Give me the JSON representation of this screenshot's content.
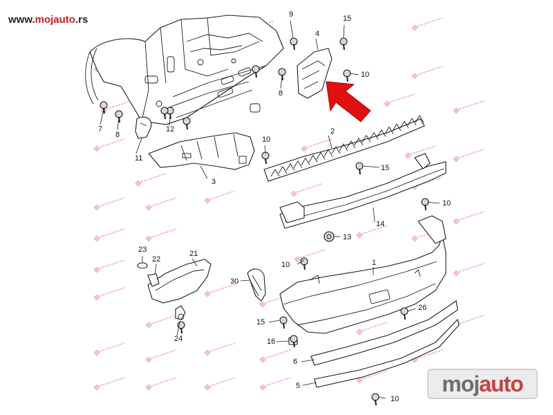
{
  "header": {
    "url_prefix": "www.",
    "url_brand": "mojauto",
    "url_suffix": ".rs"
  },
  "logo": {
    "part1": "moj",
    "part2": "auto"
  },
  "colors": {
    "brand_red": "#cc1b1b",
    "arrow_red": "#e01010",
    "line": "#1a1a1a"
  },
  "callouts": {
    "c1": "1",
    "c2": "2",
    "c3": "3",
    "c4": "4",
    "c5": "5",
    "c6": "6",
    "c7": "7",
    "c8a": "8",
    "c8b": "8",
    "c9": "9",
    "c10a": "10",
    "c10b": "10",
    "c10c": "10",
    "c10d": "10",
    "c10e": "10",
    "c11": "11",
    "c12": "12",
    "c13": "13",
    "c14": "14",
    "c15a": "15",
    "c15b": "15",
    "c15c": "15",
    "c16": "16",
    "c21": "21",
    "c22": "22",
    "c23": "23",
    "c24": "24",
    "c26": "26",
    "c30": "30"
  },
  "icons": {
    "pointer": "red-arrow-icon",
    "screw": "screw-icon",
    "nut": "nut-icon",
    "watermark": "watermark-stamp-icon"
  }
}
